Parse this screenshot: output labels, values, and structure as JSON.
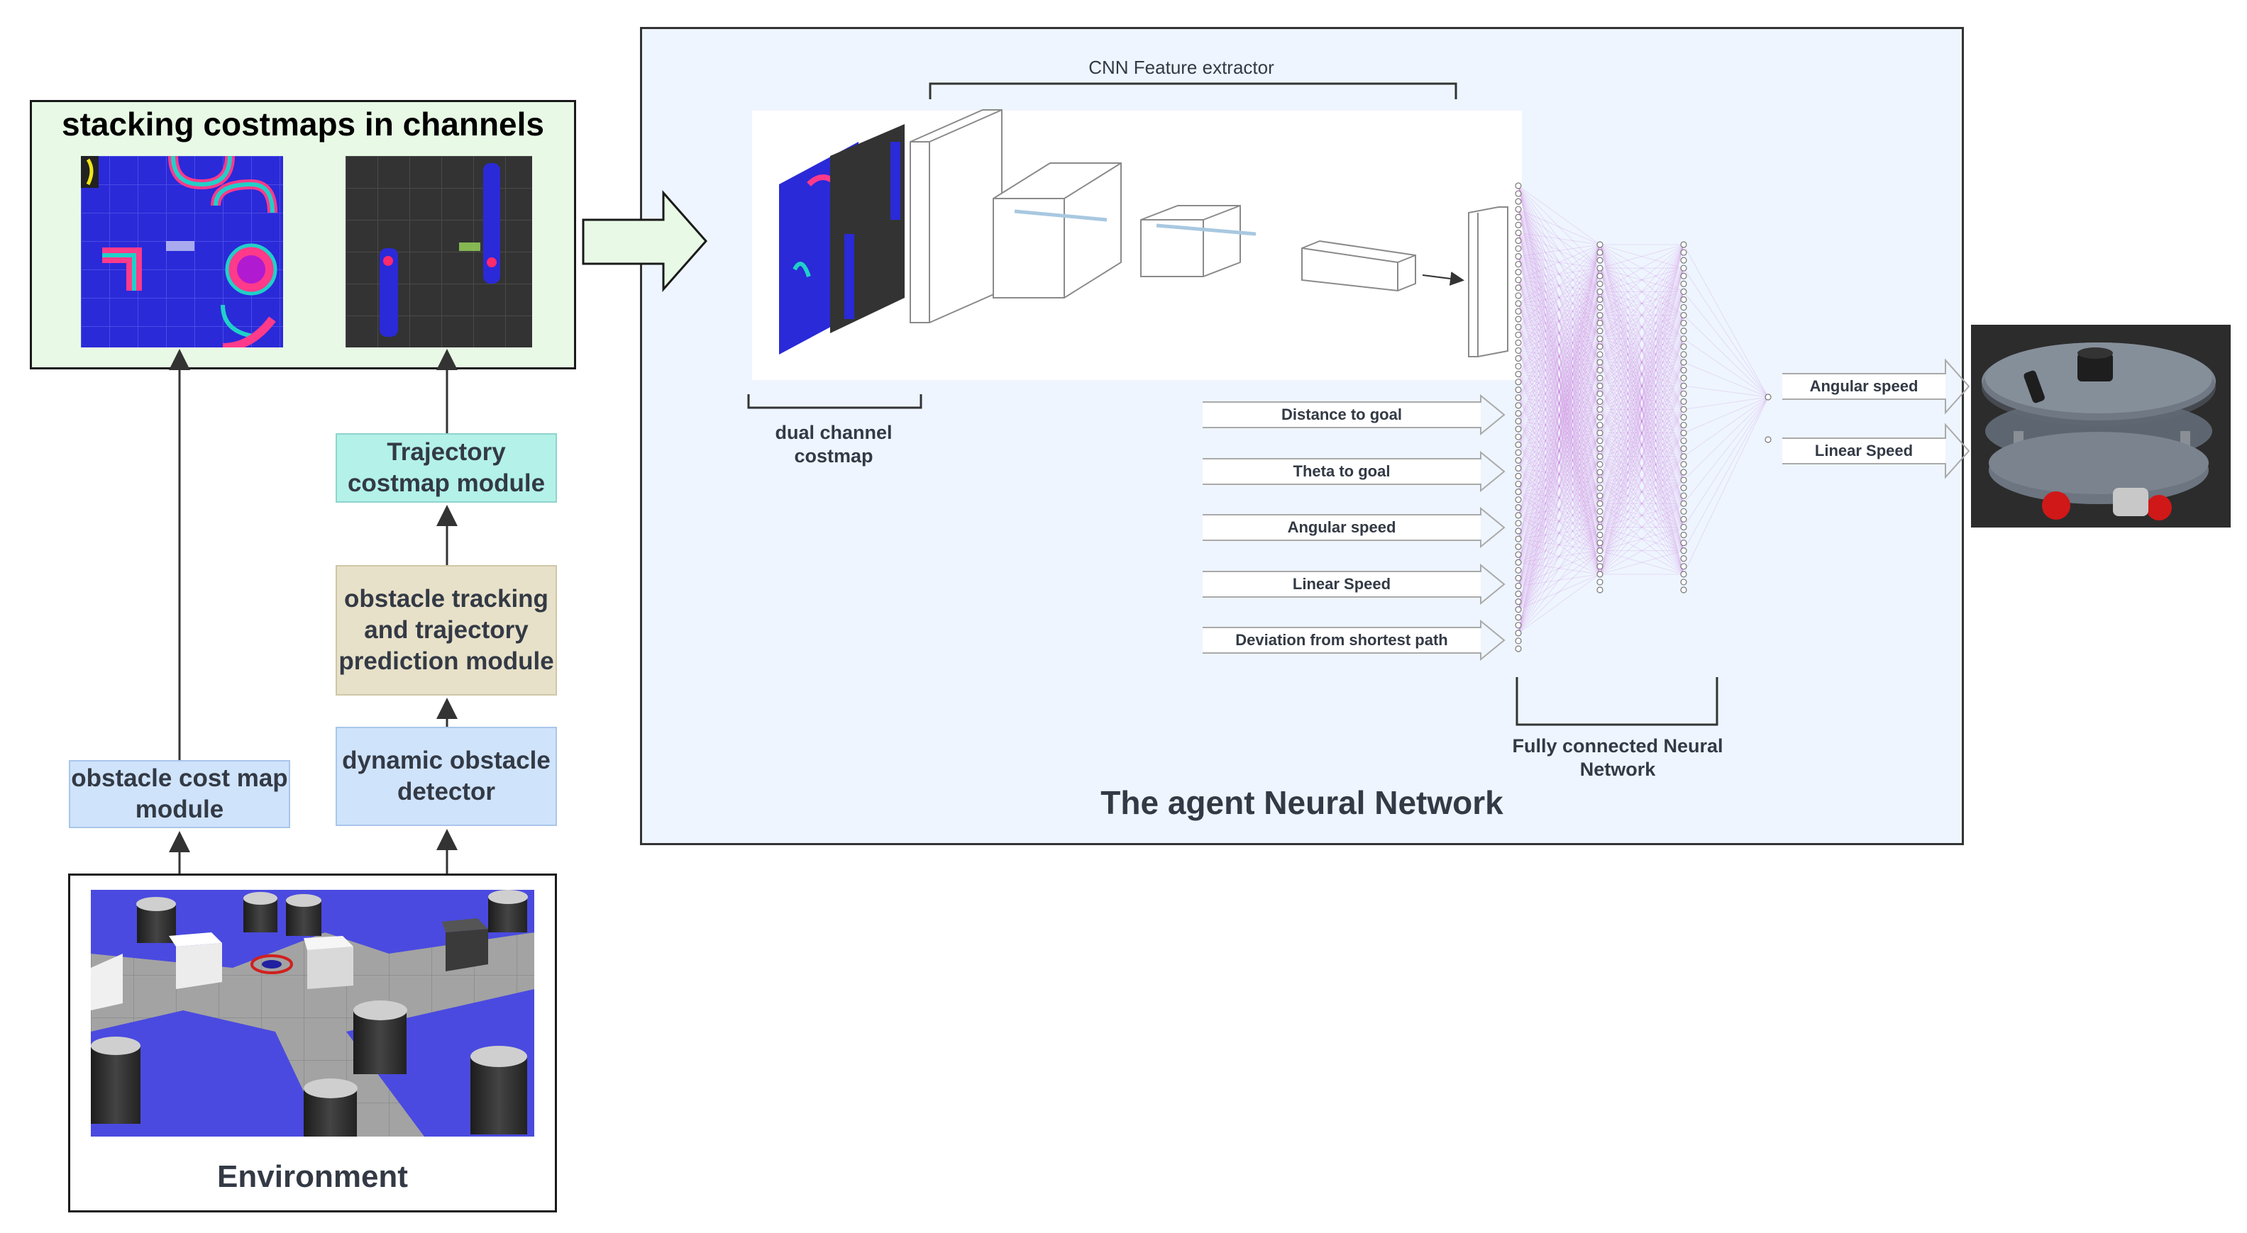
{
  "costmaps": {
    "title": "stacking costmaps in channels"
  },
  "modules": {
    "trajectory_costmap": "Trajectory costmap module",
    "obstacle_tracking": "obstacle tracking and trajectory prediction module",
    "dynamic_detector": "dynamic obstacle detector",
    "obstacle_costmap": "obstacle cost map module"
  },
  "environment": {
    "label": "Environment"
  },
  "agent": {
    "title": "The agent Neural Network",
    "cnn_label": "CNN Feature extractor",
    "dual_channel_label": "dual channel costmap",
    "fc_label": "Fully connected Neural Network",
    "inputs": [
      "Distance to goal",
      "Theta to goal",
      "Angular speed",
      "Linear Speed",
      "Deviation from shortest path"
    ],
    "outputs": [
      "Angular speed",
      "Linear Speed"
    ]
  },
  "colors": {
    "costmap_panel": "#e8fae5",
    "agent_panel": "#eef5fe",
    "teal_box": "#b3f1e9",
    "beige_box": "#e8e1c9",
    "blue_box": "#cfe3fb",
    "costmap_blue": "#2a2ad8",
    "costmap_cyan": "#20d0c8",
    "network_edges": "#b060c0"
  }
}
